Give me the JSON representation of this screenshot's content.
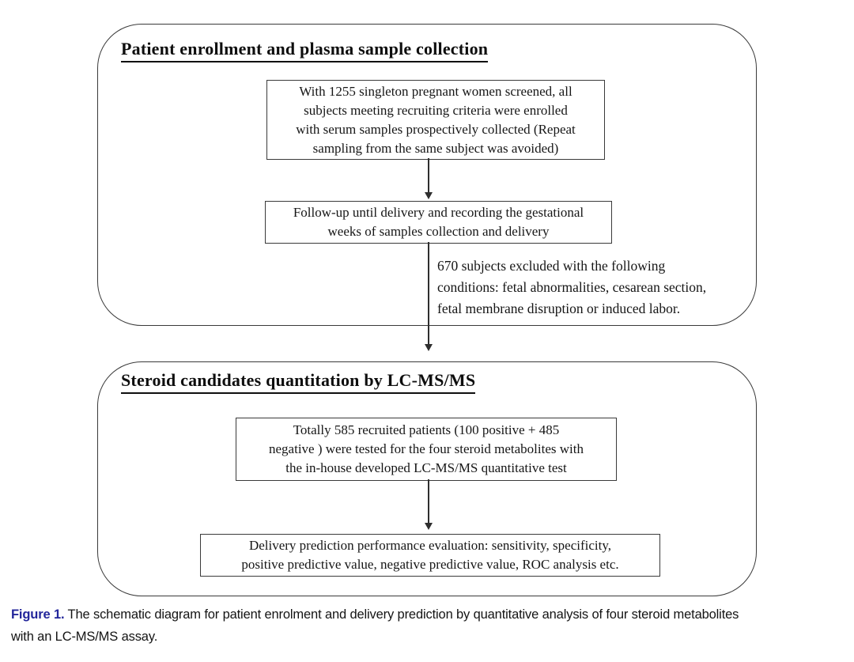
{
  "figure": {
    "panels": [
      {
        "title": "Patient enrollment and plasma sample collection",
        "boxes": [
          "With 1255 singleton pregnant women screened, all\nsubjects meeting recruiting criteria were enrolled\nwith serum samples prospectively collected (Repeat\nsampling from the same subject was avoided)",
          "Follow-up until delivery and recording the gestational\nweeks of samples collection and delivery"
        ],
        "note": "670 subjects excluded with the following\nconditions: fetal abnormalities, cesarean section,\nfetal membrane disruption or induced labor."
      },
      {
        "title": "Steroid candidates quantitation by LC-MS/MS",
        "boxes": [
          "Totally 585 recruited patients (100 positive + 485\nnegative ) were tested for the four steroid metabolites with\nthe in-house developed LC-MS/MS quantitative test",
          "Delivery prediction performance evaluation: sensitivity, specificity,\npositive predictive value, negative predictive value, ROC analysis etc."
        ]
      }
    ],
    "caption": {
      "label": "Figure 1.",
      "text": " The schematic diagram for patient enrolment and delivery prediction by quantitative analysis of four steroid metabolites\nwith an LC-MS/MS assay."
    },
    "colors": {
      "caption_label_blue": "#23269b",
      "line": "#2e2e2e",
      "text": "#161616"
    }
  }
}
